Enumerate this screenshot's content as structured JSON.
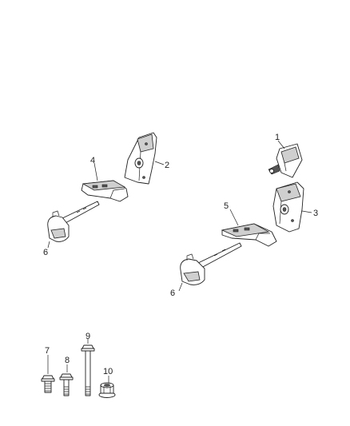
{
  "diagram": {
    "callouts": {
      "c1": "1",
      "c2": "2",
      "c3": "3",
      "c4": "4",
      "c5": "5",
      "c6a": "6",
      "c6b": "6",
      "c7": "7",
      "c8": "8",
      "c9": "9",
      "c10": "10"
    }
  }
}
